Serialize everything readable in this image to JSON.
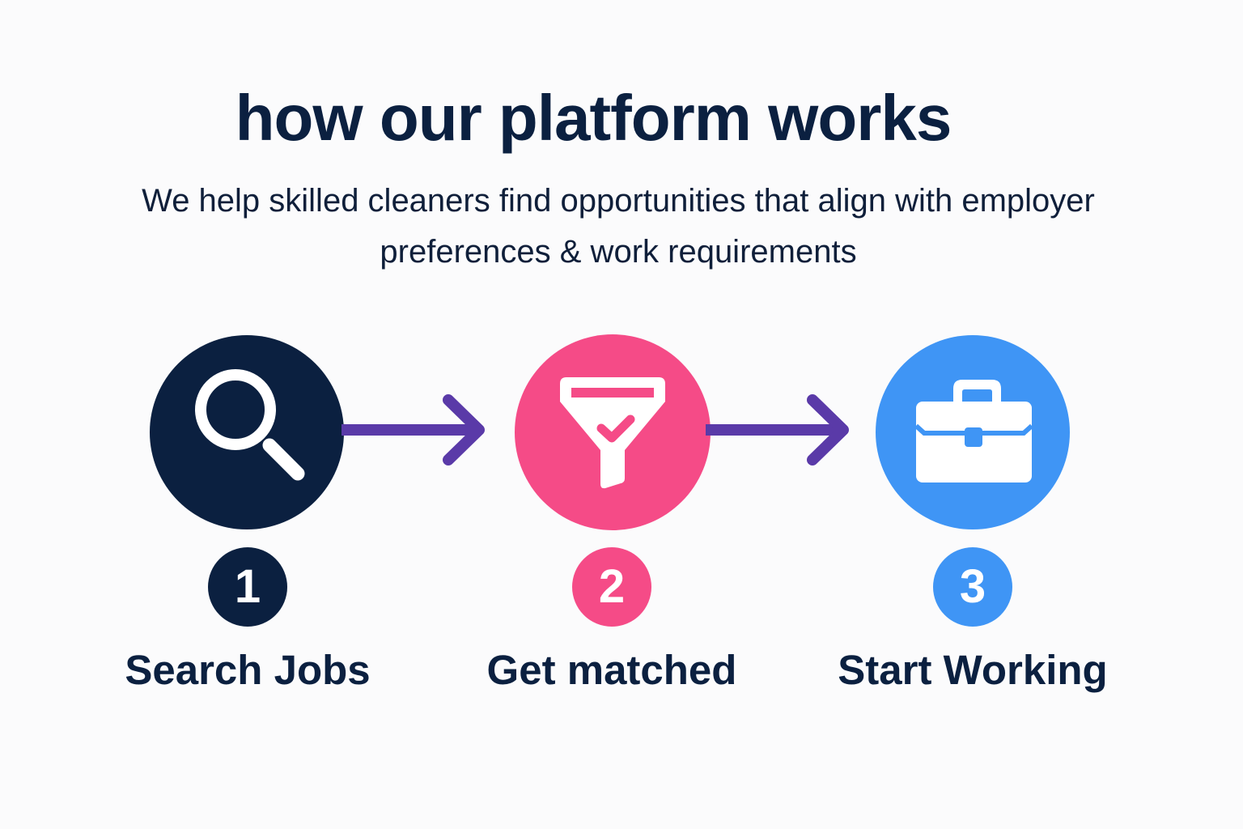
{
  "header": {
    "title": "how our platform works",
    "subtitle_line1": "We help skilled cleaners find opportunities that align with employer",
    "subtitle_line2": "preferences & work requirements"
  },
  "steps": [
    {
      "number": "1",
      "label": "Search Jobs",
      "icon": "magnifier-icon",
      "color": "#0b2040"
    },
    {
      "number": "2",
      "label": "Get matched",
      "icon": "funnel-check-icon",
      "color": "#f54b87"
    },
    {
      "number": "3",
      "label": "Start Working",
      "icon": "briefcase-icon",
      "color": "#3f95f5"
    }
  ],
  "colors": {
    "arrow": "#5a3aa8",
    "background": "#fbfbfc"
  }
}
